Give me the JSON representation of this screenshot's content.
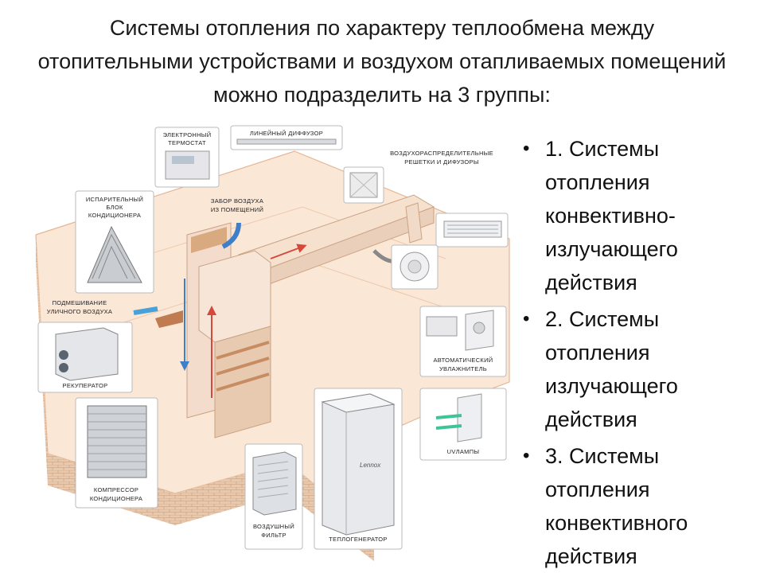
{
  "title": "Системы отопления по характеру теплообмена между отопительными устройствами и воздухом отапливаемых помещений можно подразделить на 3 группы:",
  "list": [
    {
      "text": "1. Системы\nотопления\nконвективно-\nизлучающего\nдействия"
    },
    {
      "text": "2. Системы\nотопления\nизлучающего\nдействия"
    },
    {
      "text": "3. Системы\nотопления\nконвективного\nдействия"
    }
  ],
  "diagram": {
    "thermostat": [
      "ЭЛЕКТРОННЫЙ",
      "ТЕРМОСТАТ"
    ],
    "linear_diffuser": "ЛИНЕЙНЫЙ ДИФФУЗОР",
    "grilles": [
      "ВОЗДУХОРАСПРЕДЕЛИТЕЛЬНЫЕ",
      "РЕШЕТКИ И ДИФУЗОРЫ"
    ],
    "air_intake": [
      "ЗАБОР ВОЗДУХА",
      "ИЗ ПОМЕЩЕНИЙ"
    ],
    "evaporator": [
      "ИСПАРИТЕЛЬНЫЙ",
      "БЛОК",
      "КОНДИЦИОНЕРА"
    ],
    "outdoor_mix": [
      "ПОДМЕШИВАНИЕ",
      "УЛИЧНОГО ВОЗДУХА"
    ],
    "recuperator": "РЕКУПЕРАТОР",
    "humidifier": [
      "АВТОМАТИЧЕСКИЙ",
      "УВЛАЖНИТЕЛЬ"
    ],
    "uv_lamps": "UVЛАМПЫ",
    "compressor": [
      "КОМПРЕССОР",
      "КОНДИЦИОНЕРА"
    ],
    "air_filter": [
      "ВОЗДУШНЫЙ",
      "ФИЛЬТР"
    ],
    "heat_generator": "ТЕПЛОГЕНЕРАТОР",
    "furnace_brand": "Lennox"
  }
}
